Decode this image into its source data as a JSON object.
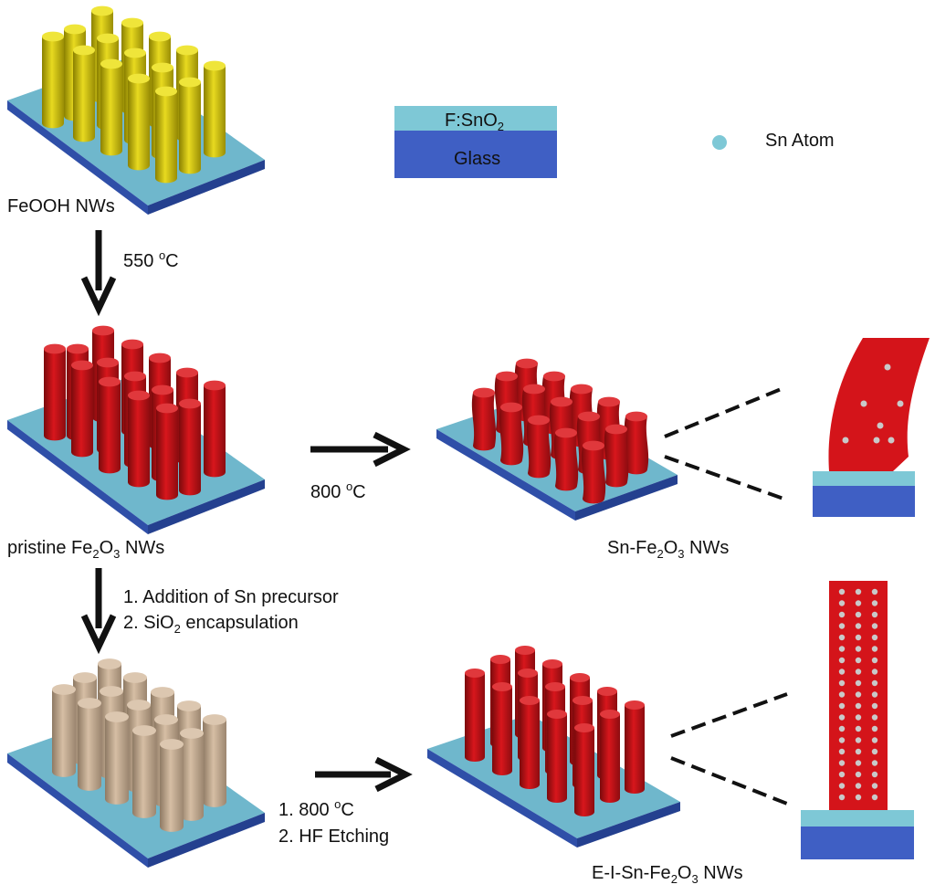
{
  "colors": {
    "fto": "#7ec8d6",
    "glass": "#3f5fc4",
    "substrate_top": "#6fb7cc",
    "substrate_side": "#2f4fa8",
    "feooh": "#e0d21a",
    "fe2o3": "#d4141a",
    "sio2_coated": "#cdb49a",
    "sn_atom": "#7ec8d6",
    "arrow": "#111111"
  },
  "legend": {
    "fto_label": "F:SnO",
    "fto_sub": "2",
    "glass_label": "Glass",
    "sn_atom_label": "Sn Atom"
  },
  "samples": {
    "feooh": "FeOOH NWs",
    "pristine_a": "pristine Fe",
    "pristine_s1": "2",
    "pristine_b": "O",
    "pristine_s2": "3",
    "pristine_c": " NWs",
    "sn_a": "Sn-Fe",
    "sn_s1": "2",
    "sn_b": "O",
    "sn_s2": "3",
    "sn_c": " NWs",
    "eisn_a": "E-I-Sn-Fe",
    "eisn_s1": "2",
    "eisn_b": "O",
    "eisn_s2": "3",
    "eisn_c": " NWs"
  },
  "steps": {
    "anneal_550": "550 ",
    "anneal_550_unit": "o",
    "anneal_550_c": "C",
    "anneal_800": "800 ",
    "anneal_800_unit": "o",
    "anneal_800_c": "C",
    "sn_step1": "1. Addition of Sn precursor",
    "sn_step2_a": "2. SiO",
    "sn_step2_sub": "2",
    "sn_step2_b": " encapsulation",
    "final_step1_a": "1. 800 ",
    "final_step1_unit": "o",
    "final_step1_c": "C",
    "final_step2": "2. HF Etching"
  }
}
